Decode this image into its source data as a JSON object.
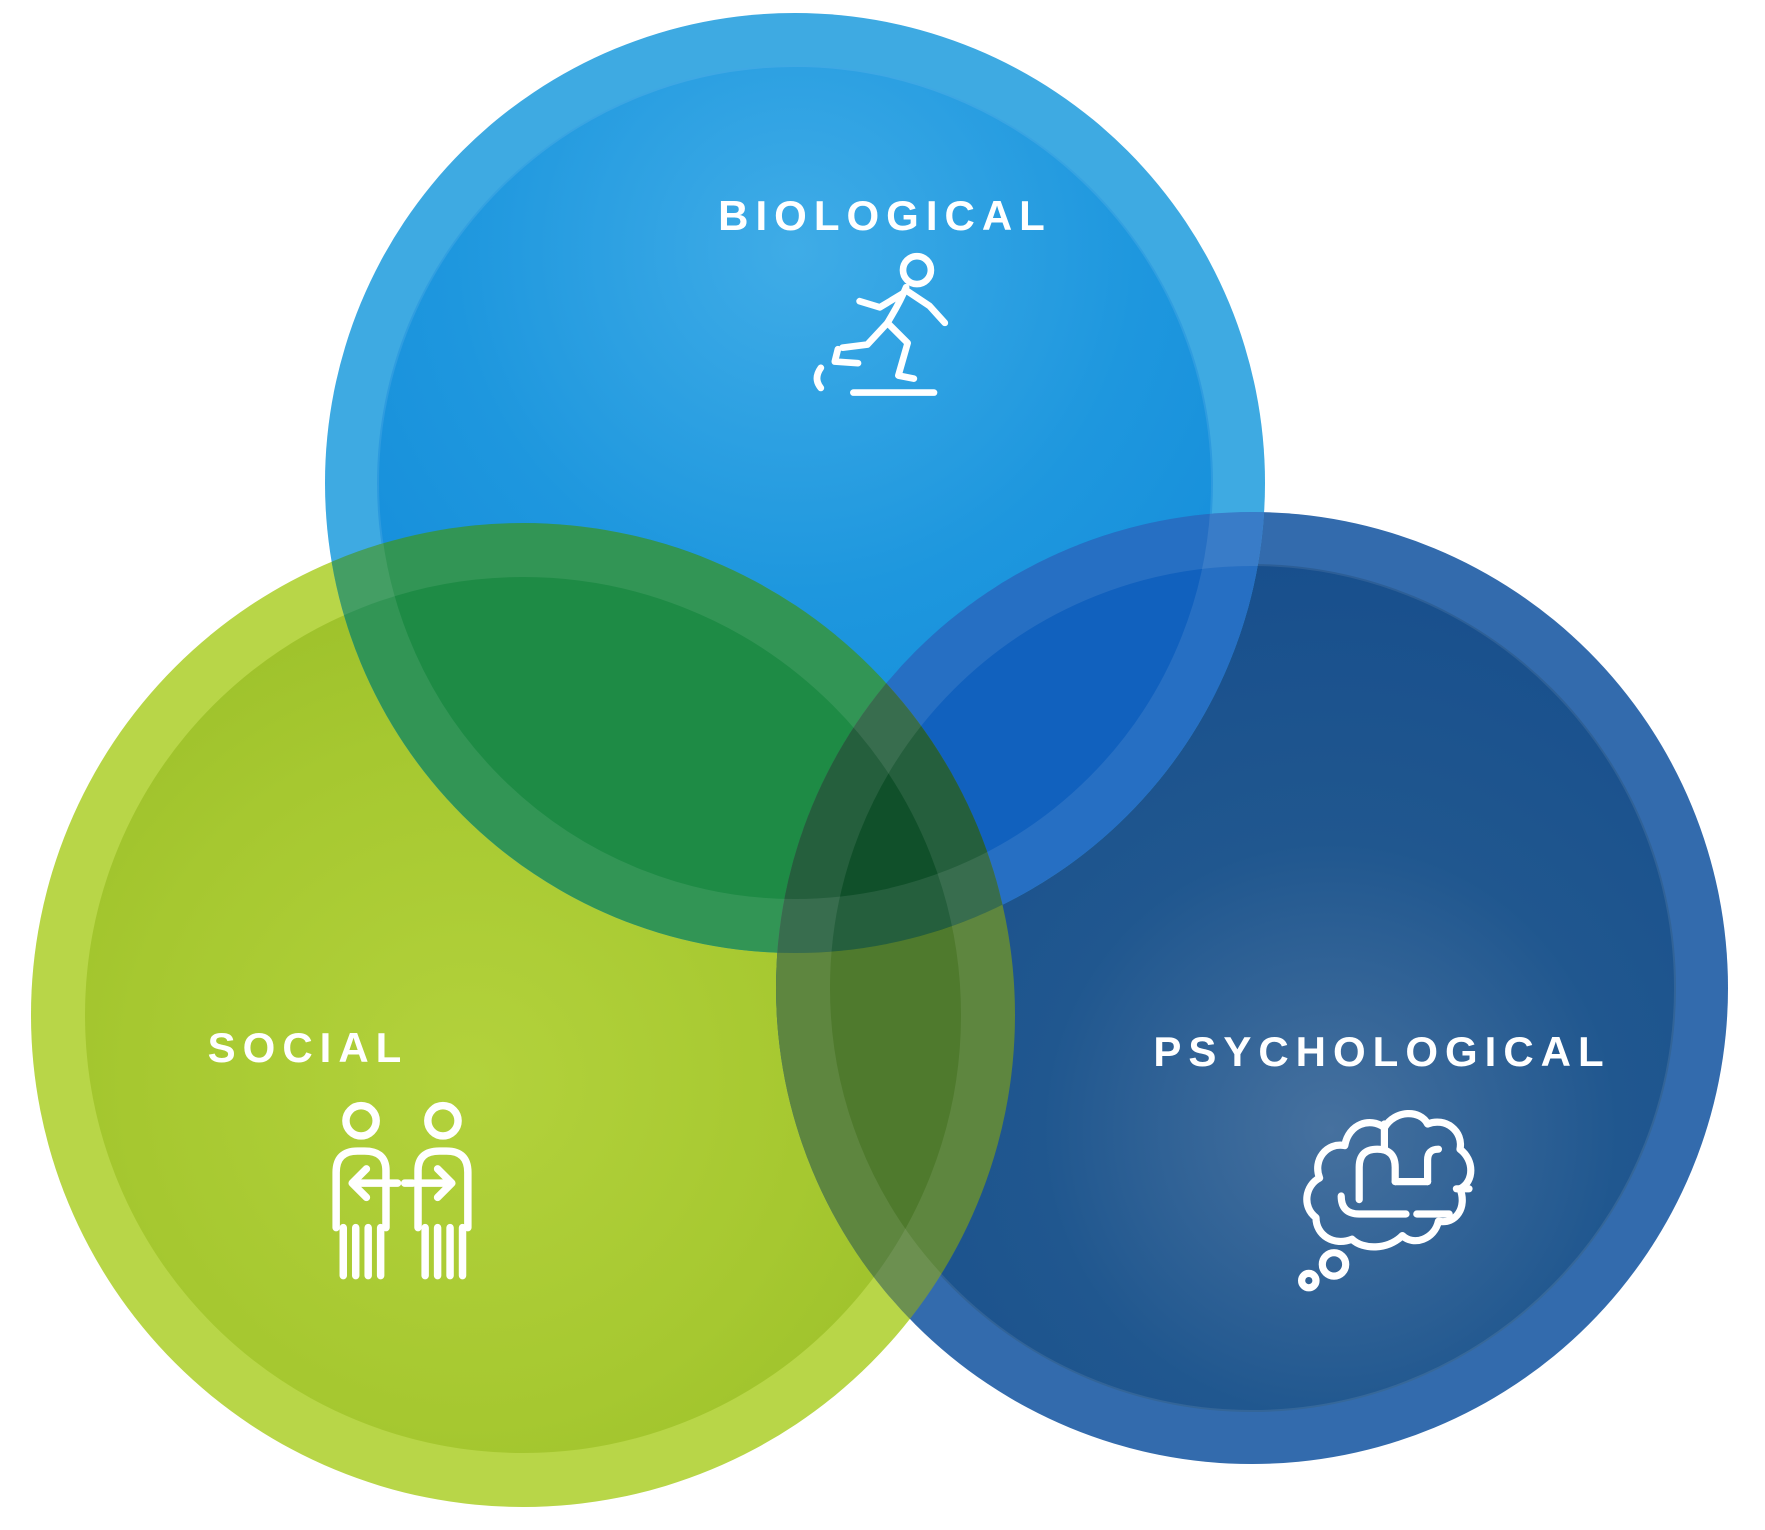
{
  "diagram": {
    "type": "venn",
    "background": "#FFFFFF",
    "label_color": "#FFFFFF",
    "sets": [
      {
        "id": "biological",
        "label": "BIOLOGICAL",
        "icon": "runner-icon",
        "color_light": "#3FACE7",
        "color_main": "#1E97DE",
        "color_dark": "#0E86D7",
        "color_rim": "#2BA2E0"
      },
      {
        "id": "social",
        "label": "SOCIAL",
        "icon": "people-exchange-icon",
        "color_light": "#B3D23C",
        "color_main": "#A6C830",
        "color_dark": "#98BD28",
        "color_rim": "#B1D236"
      },
      {
        "id": "psychological",
        "label": "PSYCHOLOGICAL",
        "icon": "brain-thought-bubble-icon",
        "color_light": "#46719F",
        "color_main": "#20578F",
        "color_dark": "#164D8C",
        "color_rim": "#1F5DA5"
      }
    ],
    "overlaps": {
      "biological_social": "#1E8B45",
      "biological_psychological": "#1161BE",
      "social_psychological": "#4F7A2D",
      "all": "#10502A"
    }
  }
}
